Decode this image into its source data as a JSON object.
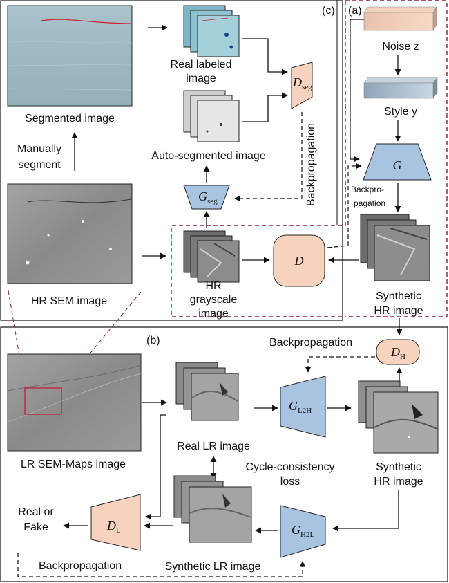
{
  "panels": {
    "a": "(a)",
    "b": "(b)",
    "c": "(c)"
  },
  "labels": {
    "segmented_image": "Segmented image",
    "manually_segment": [
      "Manually",
      "segment"
    ],
    "hr_sem_image": "HR SEM image",
    "real_labeled_image": [
      "Real labeled",
      "image"
    ],
    "auto_segmented_image": "Auto-segmented image",
    "backpropagation": "Backpropagation",
    "hr_grayscale_image": [
      "HR",
      "grayscale",
      "image"
    ],
    "noise_z": "Noise z",
    "style_y": "Style y",
    "backpropagation_split": [
      "Backpro-",
      "pagation"
    ],
    "synthetic_hr_image": [
      "Synthetic",
      "HR image"
    ],
    "lr_sem_maps_image": "LR SEM-Maps image",
    "real_lr_image": "Real LR image",
    "cycle_consistency_loss": [
      "Cycle-consistency",
      "loss"
    ],
    "real_or_fake": [
      "Real or",
      "Fake"
    ],
    "synthetic_lr_image": "Synthetic LR image"
  },
  "nodes": {
    "d_seg": {
      "main": "D",
      "sub": "seg"
    },
    "g_seg": {
      "main": "G",
      "sub": "seg"
    },
    "g": {
      "main": "G",
      "sub": ""
    },
    "d": {
      "main": "D",
      "sub": ""
    },
    "d_h": {
      "main": "D",
      "sub": "H"
    },
    "g_l2h": {
      "main": "G",
      "sub": "L2H"
    },
    "g_h2l": {
      "main": "G",
      "sub": "H2L"
    },
    "d_l": {
      "main": "D",
      "sub": "L"
    }
  },
  "colors": {
    "generator": "#a8c4e0",
    "discriminator": "#f6d2bf",
    "dashed_frame": "#8b1e3f",
    "sem_bg": "#8e8e8e",
    "segmented_bg": "#9fb9c3"
  }
}
